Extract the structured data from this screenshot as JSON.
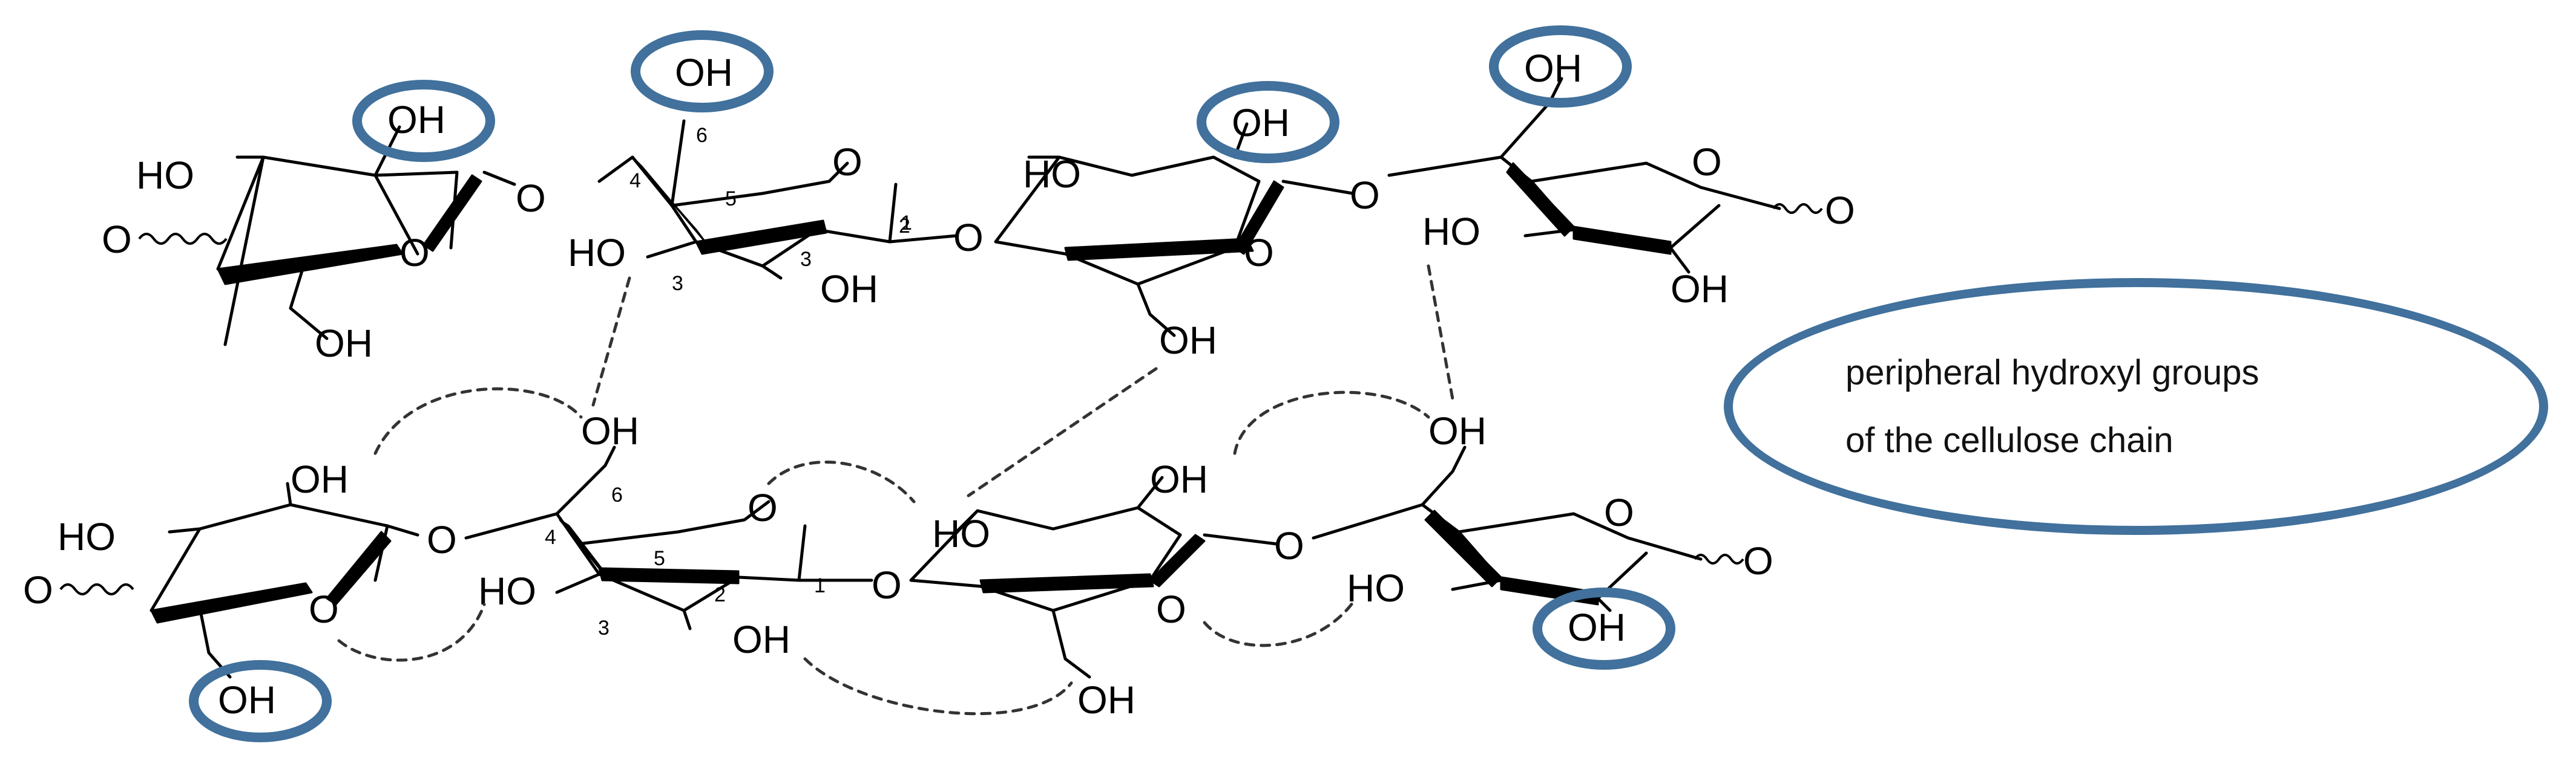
{
  "atoms": {
    "hydroxyl": "OH",
    "hydroxyl_left": "HO",
    "oxygen": "O"
  },
  "carbon_numbers": [
    "1",
    "2",
    "3",
    "4",
    "5",
    "6"
  ],
  "legend": {
    "line1": "peripheral hydroxyl groups",
    "line2": "of the cellulose chain"
  },
  "colors": {
    "highlight": "#41719c",
    "bond": "#000000",
    "hydrogen_bond": "#333333"
  }
}
